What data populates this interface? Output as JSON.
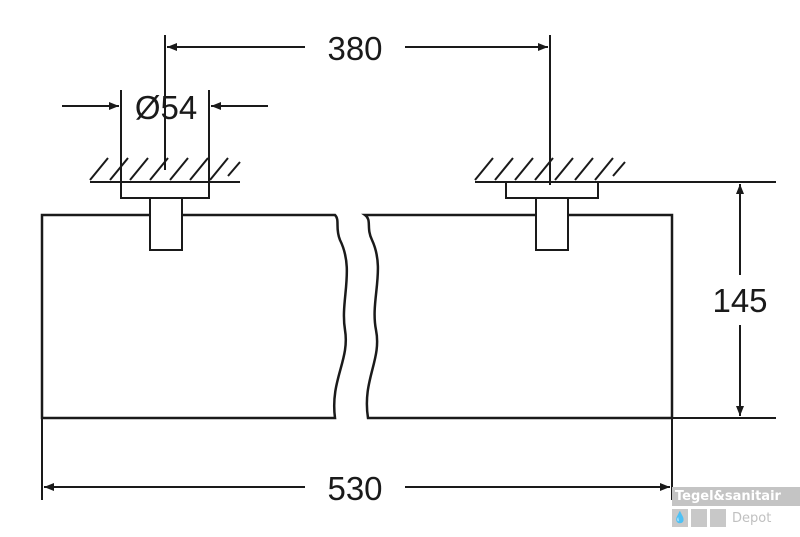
{
  "dimensions": {
    "spacing": "380",
    "rosette_diameter": "Ø54",
    "height": "145",
    "length": "530"
  },
  "watermark": {
    "line1": "Tegel&sanitair",
    "line2": "Depot"
  },
  "colors": {
    "line": "#1a1a1a",
    "watermark": "#c4c4c4"
  }
}
